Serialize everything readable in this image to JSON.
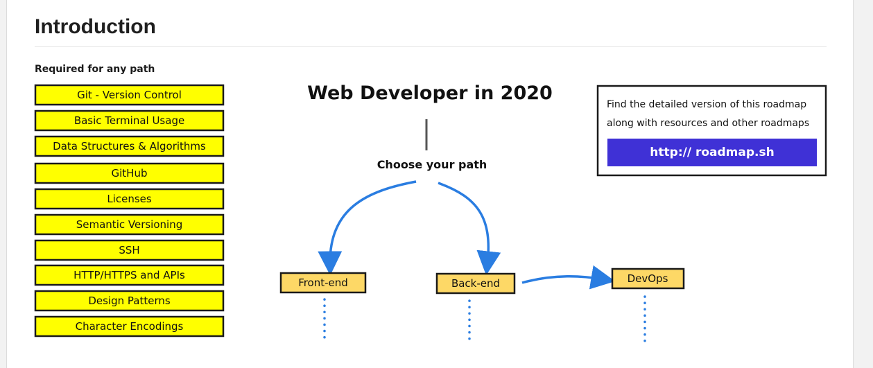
{
  "section": {
    "title": "Introduction"
  },
  "diagram": {
    "title": "Web Developer in 2020",
    "required_label": "Required for any path",
    "required_items": [
      "Git - Version Control",
      "Basic Terminal Usage",
      "Data Structures & Algorithms",
      "GitHub",
      "Licenses",
      "Semantic Versioning",
      "SSH",
      "HTTP/HTTPS and APIs",
      "Design Patterns",
      "Character Encodings"
    ],
    "choose_label": "Choose your path",
    "paths": [
      "Front-end",
      "Back-end",
      "DevOps"
    ],
    "info_box": {
      "line1": "Find the detailed version of this roadmap",
      "line2": "along with resources and other roadmaps",
      "link_label": "http:// roadmap.sh"
    }
  },
  "colors": {
    "required_fill": "#ffff00",
    "path_fill": "#fdd866",
    "arrow": "#2a7de1",
    "link_button": "#3f31d6",
    "outline": "#1a1a1a"
  }
}
